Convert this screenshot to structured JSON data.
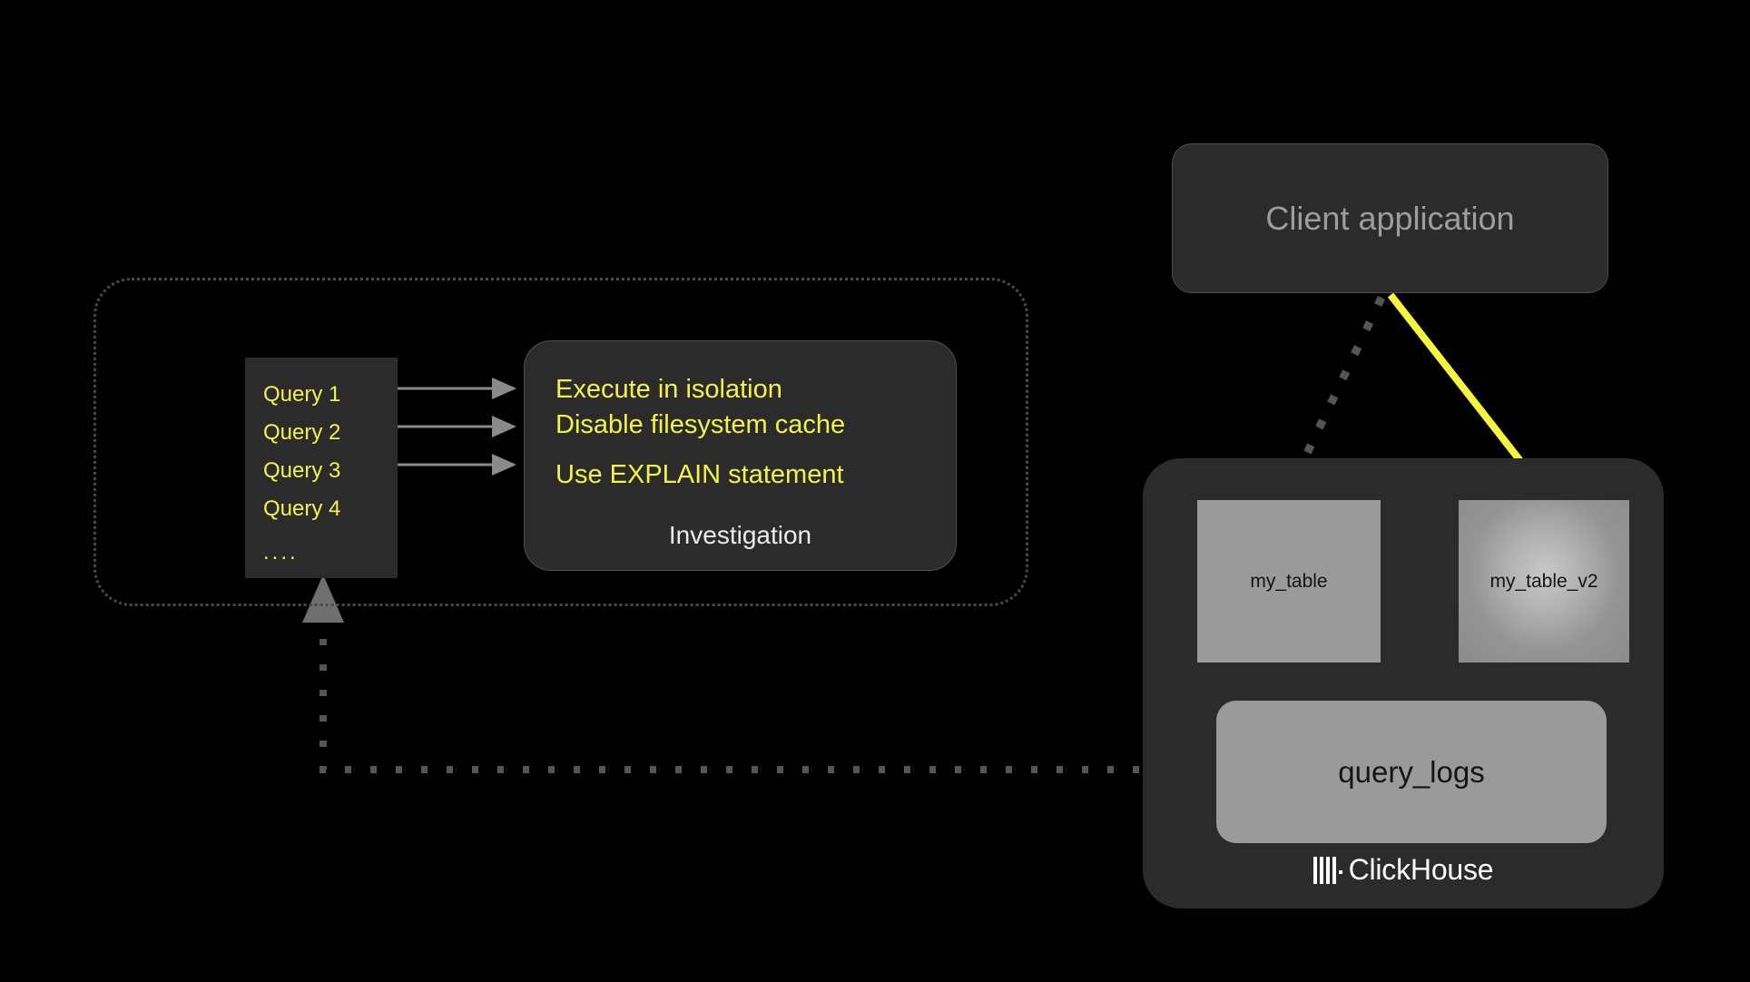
{
  "colors": {
    "background": "#000000",
    "panel": "#2b2b2b",
    "panel_border": "#4e4e4e",
    "accent_yellow": "#f2f24a",
    "arrow_yellow": "#f5f53c",
    "table_grey": "#9a9a9a",
    "connector_grey": "#8a8a8a",
    "dotted_grey": "#555555",
    "muted_text": "#9d9d9d",
    "white_text": "#ececec",
    "dark_text": "#141414"
  },
  "investigation_group": {
    "name": "investigation-group",
    "query_list": {
      "items": [
        "Query 1",
        "Query 2",
        "Query 3",
        "Query 4"
      ],
      "ellipsis": "...."
    },
    "investigation_panel": {
      "lines": [
        "Execute in isolation",
        "Disable filesystem cache",
        "Use EXPLAIN statement"
      ],
      "title": "Investigation"
    }
  },
  "client": {
    "label": "Client application"
  },
  "clickhouse": {
    "tables": [
      {
        "label": "my_table",
        "name": "my-table"
      },
      {
        "label": "my_table_v2",
        "name": "my-table-v2"
      }
    ],
    "query_logs_label": "query_logs",
    "logo_text": "ClickHouse"
  },
  "connectors": [
    {
      "name": "query1-to-investigation",
      "style": "solid-grey"
    },
    {
      "name": "query2-to-investigation",
      "style": "solid-grey"
    },
    {
      "name": "query3-to-investigation",
      "style": "solid-grey"
    },
    {
      "name": "client-to-my-table",
      "style": "dotted-grey"
    },
    {
      "name": "client-to-my-table-v2",
      "style": "solid-yellow"
    },
    {
      "name": "query-logs-to-query-list",
      "style": "dotted-grey"
    }
  ]
}
